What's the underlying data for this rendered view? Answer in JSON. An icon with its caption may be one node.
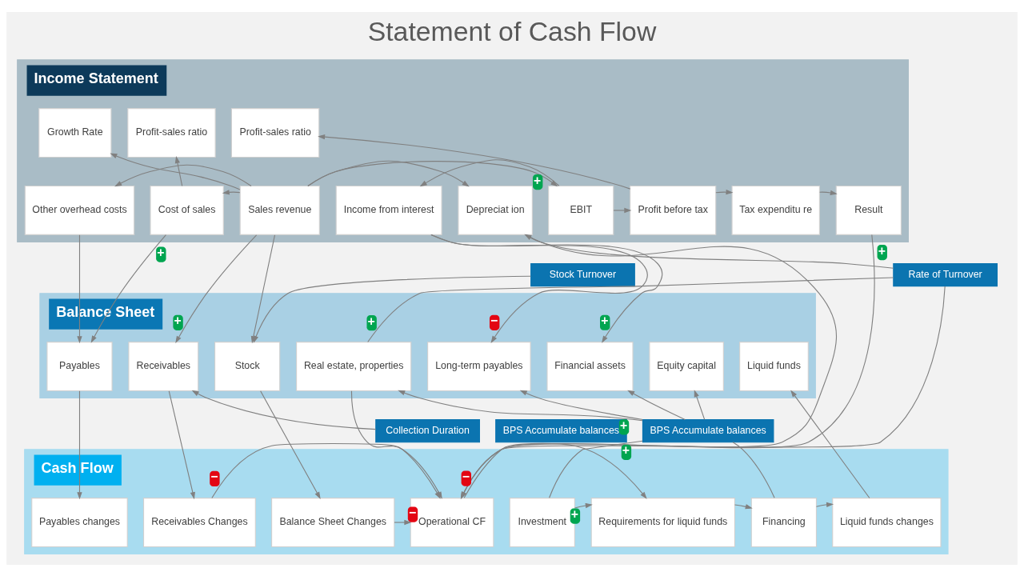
{
  "diagram": {
    "title": "Statement of Cash Flow",
    "nodes": [
      {
        "text": [
          "Income Statement"
        ]
      },
      {
        "text": [
          "Growth Rate"
        ],
        "in": 0
      },
      {
        "text": [
          "Profit-sales ratio"
        ],
        "in": 0
      },
      {
        "text": [
          "Sales revenue"
        ],
        "in": 0
      },
      {
        "text": [
          "Cost of sales"
        ],
        "in": 0
      },
      {
        "text": [
          "Other overhead costs"
        ],
        "in": 0
      },
      {
        "text": [
          "Depreciat ion"
        ],
        "in": 0
      },
      {
        "text": [
          "EBIT"
        ],
        "in": 0
      },
      {
        "text": [
          "Income from interest"
        ],
        "in": 0
      },
      {
        "text": [
          "Profit-sales ratio"
        ],
        "in": 0
      },
      {
        "text": [
          "Profit before tax"
        ],
        "in": 0
      },
      {
        "text": [
          "Tax expenditu re"
        ],
        "in": 0
      },
      {
        "text": [
          "Result"
        ],
        "in": 0
      },
      {
        "text": [
          "Stock Turnover"
        ]
      },
      {
        "text": [
          "Rate of Turnover"
        ]
      },
      {
        "text": [
          "Balance Sheet"
        ]
      },
      {
        "text": [
          "Receivables"
        ],
        "in": 15
      },
      {
        "text": [
          "Stock"
        ],
        "in": 15
      },
      {
        "text": [
          "Payables"
        ],
        "in": 15
      },
      {
        "text": [
          "Real estate, properties"
        ],
        "in": 15
      },
      {
        "text": [
          "Long-term payables"
        ],
        "in": 15
      },
      {
        "text": [
          "Financial assets"
        ],
        "in": 15
      },
      {
        "text": [
          "Equity capital"
        ],
        "in": 15
      },
      {
        "text": [
          "Liquid funds"
        ],
        "in": 15
      },
      {
        "text": [
          "Collection Duration"
        ]
      },
      {
        "text": [
          "BPS Accumulate balances"
        ]
      },
      {
        "text": [
          "BPS Accumulate balances"
        ]
      },
      {
        "text": [
          "Cash Flow"
        ]
      },
      {
        "text": [
          "Receivables Changes"
        ],
        "in": 27
      },
      {
        "text": [
          "Balance Sheet Changes"
        ],
        "in": 27
      },
      {
        "text": [
          "Payables changes"
        ],
        "in": 27
      },
      {
        "text": [
          "Operational CF"
        ],
        "in": 27
      },
      {
        "text": [
          "Investment"
        ],
        "in": 27
      },
      {
        "text": [
          "Requirements for liquid funds"
        ],
        "in": 27
      },
      {
        "text": [
          "Financing"
        ],
        "in": 27
      },
      {
        "text": [
          "Liquid funds changes"
        ],
        "in": 27
      }
    ],
    "edges": [
      {
        "from": 3,
        "to": 1,
        "arrow": "to"
      },
      {
        "from": 4,
        "to": 2,
        "arrow": "to"
      },
      {
        "from": 10,
        "to": 9,
        "arrow": "to"
      },
      {
        "from": 10,
        "to": 11,
        "arrow": "to"
      },
      {
        "from": 11,
        "to": 12,
        "arrow": "to"
      },
      {
        "from": 3,
        "to": 4,
        "arrow": "to"
      },
      {
        "from": 3,
        "to": 5,
        "arrow": "to"
      },
      {
        "from": 3,
        "to": 6,
        "arrow": "to"
      },
      {
        "from": 3,
        "to": 7,
        "arrow": "to",
        "label": "+"
      },
      {
        "from": 7,
        "to": 10,
        "arrow": "to"
      },
      {
        "from": 7,
        "to": 8,
        "arrow": "to"
      },
      {
        "from": 8,
        "to": 20,
        "arrow": "to",
        "label": "−"
      },
      {
        "from": 8,
        "to": 21,
        "arrow": "to",
        "label": "+"
      },
      {
        "from": 4,
        "to": 18,
        "arrow": "to",
        "label": "+"
      },
      {
        "from": 5,
        "to": 18,
        "arrow": "to"
      },
      {
        "from": 13,
        "to": 17,
        "arrow": "to"
      },
      {
        "from": 3,
        "to": 16,
        "arrow": "to",
        "label": "+"
      },
      {
        "from": 3,
        "to": 17,
        "arrow": "to"
      },
      {
        "from": 19,
        "to": 14,
        "arrow": "none",
        "label": "+"
      },
      {
        "from": 14,
        "to": 6,
        "arrow": "to"
      },
      {
        "from": 6,
        "to": 31,
        "arrow": "to"
      },
      {
        "from": 14,
        "to": 31,
        "arrow": "to"
      },
      {
        "from": 19,
        "to": 31,
        "arrow": "to"
      },
      {
        "from": 24,
        "to": 16,
        "arrow": "to"
      },
      {
        "from": 16,
        "to": 28,
        "arrow": "to"
      },
      {
        "from": 17,
        "to": 29,
        "arrow": "to"
      },
      {
        "from": 18,
        "to": 30,
        "arrow": "to"
      },
      {
        "from": 26,
        "to": 20,
        "arrow": "to"
      },
      {
        "from": 26,
        "to": 21,
        "arrow": "to"
      },
      {
        "from": 26,
        "to": 22,
        "arrow": "to"
      },
      {
        "from": 26,
        "to": 19,
        "arrow": "to",
        "label": "+"
      },
      {
        "from": 32,
        "to": 26,
        "arrow": "none",
        "label": "+"
      },
      {
        "from": 34,
        "to": 26,
        "arrow": "none"
      },
      {
        "from": 35,
        "to": 23,
        "arrow": "to"
      },
      {
        "from": 32,
        "to": 33,
        "arrow": "to",
        "label": "+"
      },
      {
        "from": 33,
        "to": 34,
        "arrow": "to"
      },
      {
        "from": 34,
        "to": 35,
        "arrow": "to"
      },
      {
        "from": 28,
        "to": 31,
        "arrow": "to",
        "label": "−"
      },
      {
        "from": 29,
        "to": 31,
        "arrow": "to",
        "label": "−"
      },
      {
        "from": 31,
        "to": 33,
        "arrow": "to",
        "label": "−"
      },
      {
        "from": 12,
        "to": 31,
        "arrow": "to",
        "label": "+"
      }
    ]
  }
}
